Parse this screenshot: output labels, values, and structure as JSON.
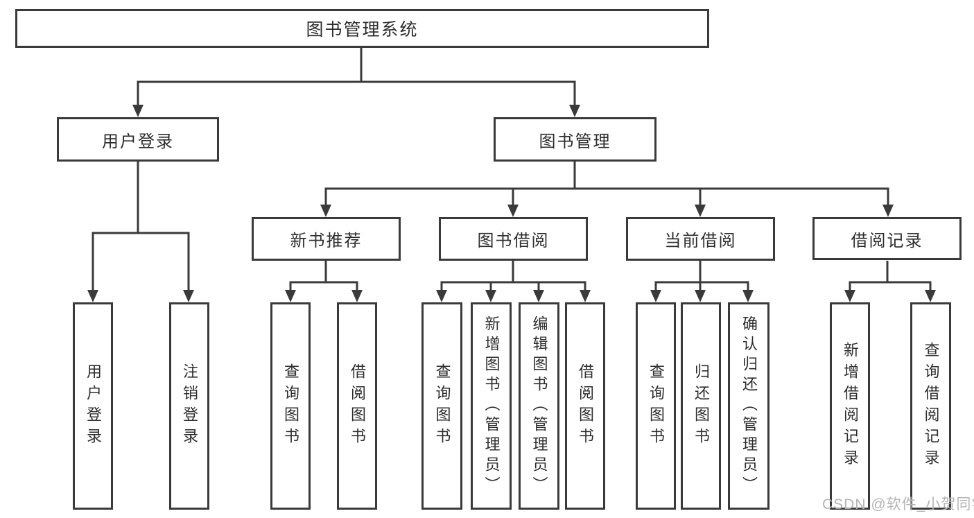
{
  "diagram": {
    "tree": {
      "label": "图书管理系统",
      "children": [
        {
          "label": "用户登录",
          "children": [
            {
              "label": "用户登录"
            },
            {
              "label": "注销登录"
            }
          ]
        },
        {
          "label": "图书管理",
          "children": [
            {
              "label": "新书推荐",
              "children": [
                {
                  "label": "查询图书"
                },
                {
                  "label": "借阅图书"
                }
              ]
            },
            {
              "label": "图书借阅",
              "children": [
                {
                  "label": "查询图书"
                },
                {
                  "label": "新增图书（管理员）"
                },
                {
                  "label": "编辑图书（管理员）"
                },
                {
                  "label": "借阅图书"
                }
              ]
            },
            {
              "label": "当前借阅",
              "children": [
                {
                  "label": "查询图书"
                },
                {
                  "label": "归还图书"
                },
                {
                  "label": "确认归还（管理员）"
                }
              ]
            },
            {
              "label": "借阅记录",
              "children": [
                {
                  "label": "新增借阅记录"
                },
                {
                  "label": "查询借阅记录"
                }
              ]
            }
          ]
        }
      ]
    }
  },
  "watermark": {
    "text": "CSDN @软件_小贺同学"
  },
  "colors": {
    "line": "#3a3a3a",
    "text": "#2d2d2d",
    "box_fill": "#ffffff",
    "background": "#ffffff",
    "watermark": "#b4b4b4"
  }
}
